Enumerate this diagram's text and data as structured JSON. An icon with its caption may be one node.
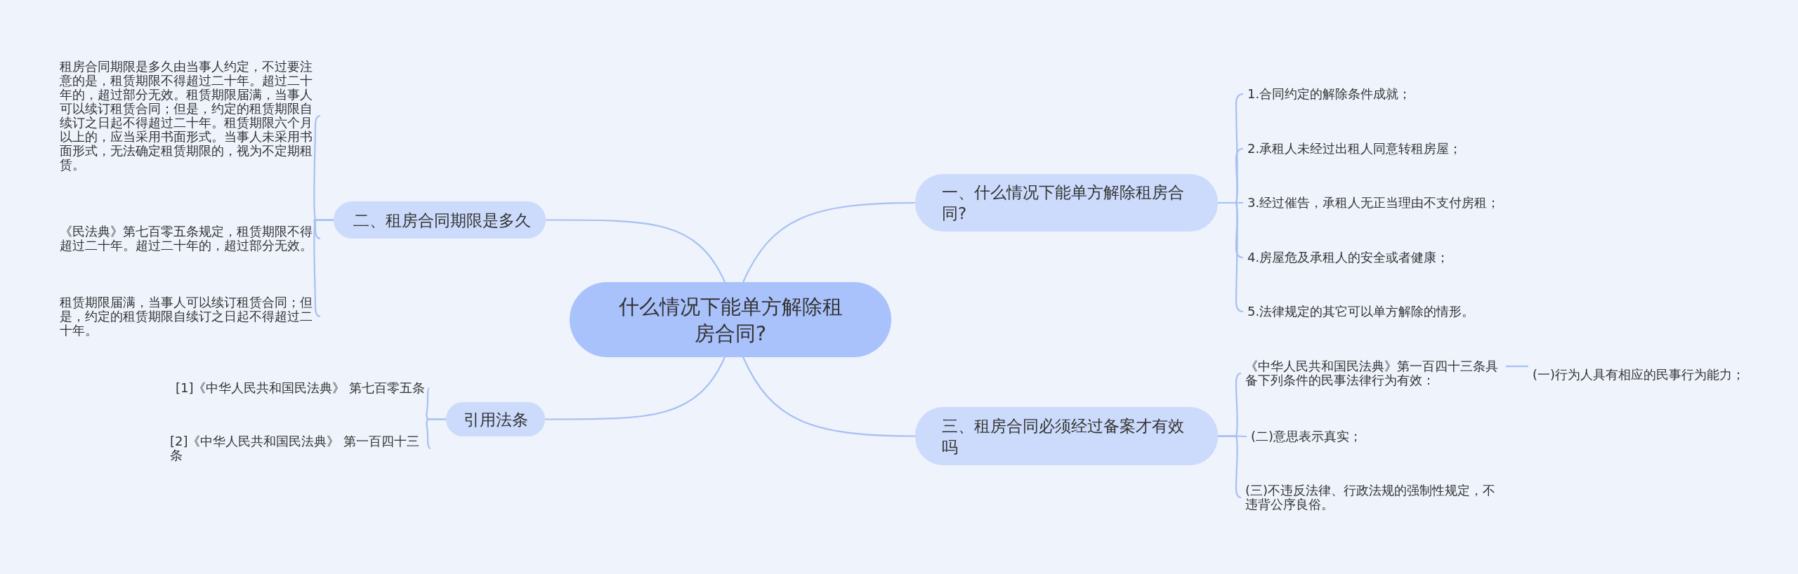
{
  "diagram": {
    "nodes": [
      {
        "text": [
          "什么情况下能单方解除租房合同?"
        ]
      },
      {
        "text": [
          "一、什么情况下能单方解除租房合同?"
        ]
      },
      {
        "text": [
          "1.合同约定的解除条件成就；"
        ]
      },
      {
        "text": [
          "2.承租人未经过出租人同意转租房屋；"
        ]
      },
      {
        "text": [
          "3.经过催告，承租人无正当理由不支付房租；"
        ]
      },
      {
        "text": [
          "4.房屋危及承租人的安全或者健康；"
        ]
      },
      {
        "text": [
          "5.法律规定的其它可以单方解除的情形。"
        ]
      },
      {
        "text": [
          "二、租房合同期限是多久"
        ]
      },
      {
        "text": [
          "租房合同期限是多久由当事人约定，不过要注意的是，租赁期限不得超过二十年。超过二十年的，超过部分无效。租赁期限届满，当事人可以续订租赁合同；但是，约定的租赁期限自续订之日起不得超过二十年。租赁期限六个月以上的，应当采用书面形式。当事人未采用书面形式，无法确定租赁期限的，视为不定期租赁。"
        ]
      },
      {
        "text": [
          "《民法典》第七百零五条规定，租赁期限不得超过二十年。超过二十年的，超过部分无效。"
        ]
      },
      {
        "text": [
          "租赁期限届满，当事人可以续订租赁合同；但是，约定的租赁期限自续订之日起不得超过二十年。"
        ]
      },
      {
        "text": [
          "三、租房合同必须经过备案才有效吗"
        ]
      },
      {
        "text": [
          "《中华人民共和国民法典》第一百四十三条具备下列条件的民事法律行为有效："
        ]
      },
      {
        "text": [
          "(一)行为人具有相应的民事行为能力；"
        ]
      },
      {
        "text": [
          "(二)意思表示真实；"
        ]
      },
      {
        "text": [
          "(三)不违反法律、行政法规的强制性规定，不违背公序良俗。"
        ]
      },
      {
        "text": [
          "引用法条"
        ]
      },
      {
        "text": [
          "[1]《中华人民共和国民法典》 第七百零五条"
        ]
      },
      {
        "text": [
          "[2]《中华人民共和国民法典》 第一百四十三条"
        ]
      }
    ],
    "edges": [
      {
        "from": 0,
        "to": 1,
        "arrow": "none"
      },
      {
        "from": 1,
        "to": 2,
        "arrow": "none"
      },
      {
        "from": 1,
        "to": 3,
        "arrow": "none"
      },
      {
        "from": 1,
        "to": 4,
        "arrow": "none"
      },
      {
        "from": 1,
        "to": 5,
        "arrow": "none"
      },
      {
        "from": 1,
        "to": 6,
        "arrow": "none"
      },
      {
        "from": 0,
        "to": 7,
        "arrow": "none"
      },
      {
        "from": 7,
        "to": 8,
        "arrow": "none"
      },
      {
        "from": 7,
        "to": 9,
        "arrow": "none"
      },
      {
        "from": 7,
        "to": 10,
        "arrow": "none"
      },
      {
        "from": 0,
        "to": 11,
        "arrow": "none"
      },
      {
        "from": 11,
        "to": 12,
        "arrow": "none"
      },
      {
        "from": 12,
        "to": 13,
        "arrow": "none"
      },
      {
        "from": 11,
        "to": 14,
        "arrow": "none"
      },
      {
        "from": 11,
        "to": 15,
        "arrow": "none"
      },
      {
        "from": 0,
        "to": 16,
        "arrow": "none"
      },
      {
        "from": 16,
        "to": 17,
        "arrow": "none"
      },
      {
        "from": 16,
        "to": 18,
        "arrow": "none"
      }
    ]
  }
}
